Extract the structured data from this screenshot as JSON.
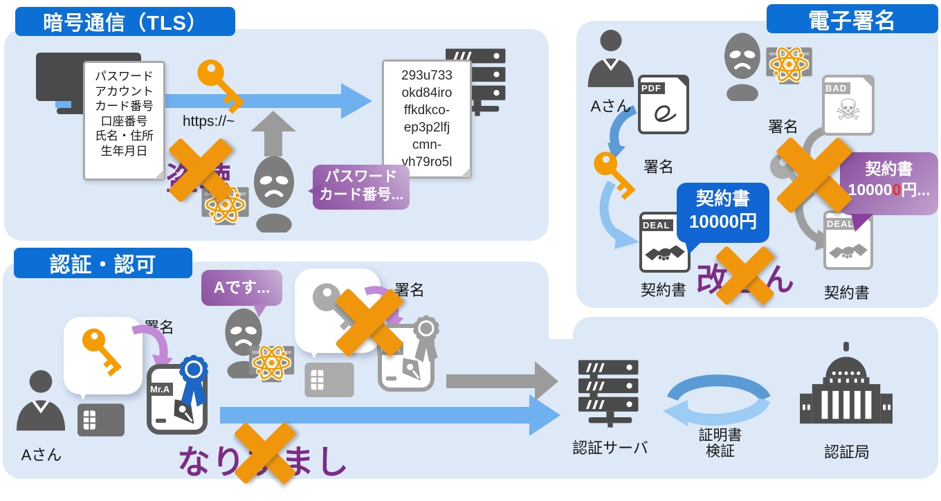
{
  "colors": {
    "accent_blue": "#0b6fd6",
    "panel_bg": "#dde9f7",
    "key_orange": "#f59c00",
    "x_orange": "#f0960c",
    "purple_word": "#7b2d84",
    "arrow_blue": "#6fb0f0",
    "curved_blue": "#5b9bd5",
    "curved_light_blue": "#8fc4f2",
    "pink_arrow": "#c489d6",
    "bubble_purple_dark": "#8c50a0",
    "bubble_blue": "#1166d4",
    "red_digit": "#e5322a",
    "gray": "#9e9e9e",
    "dark_gray": "#4a4a4a"
  },
  "icons": {
    "skull": "☠"
  },
  "tls": {
    "title": "暗号通信（TLS）",
    "note_lines": [
      "パスワード",
      "アカウント",
      "カード番号",
      "口座番号",
      "氏名・住所",
      "生年月日"
    ],
    "url": "https://~",
    "eavesdrop": "盗聴",
    "bubble_lines": [
      "パスワード",
      "カード番号..."
    ],
    "cipher_lines": [
      "293u733",
      "okd84iro",
      "ffkdkco-",
      "ep3p2lfj",
      "cmn-",
      "vh79ro5l"
    ]
  },
  "esign": {
    "title": "電子署名",
    "person": "Aさん",
    "pdf_badge": "PDF",
    "bad_badge": "BAD",
    "deal_badge_left": "DEAL",
    "deal_badge_right": "DEAL",
    "sign_left": "署名",
    "sign_right": "署名",
    "contract_left": "契約書",
    "contract_right": "契約書",
    "bubble_blue_lines": [
      "契約書",
      "10000円"
    ],
    "bubble_purple_line1": "契約書",
    "bubble_purple_pre": "10000",
    "bubble_purple_red": "0",
    "bubble_purple_post": "円...",
    "tamper": "改ざん"
  },
  "auth": {
    "title": "認証・認可",
    "person": "Aさん",
    "claim_bubble": "Aです...",
    "sign_left": "署名",
    "sign_right": "署名",
    "cert_badge_left": "Mr.A",
    "cert_badge_right": "Mr.A",
    "impersonation": "なりすまし",
    "server": "認証サーバ",
    "verify": [
      "証明書",
      "検証"
    ],
    "ca": "認証局"
  }
}
